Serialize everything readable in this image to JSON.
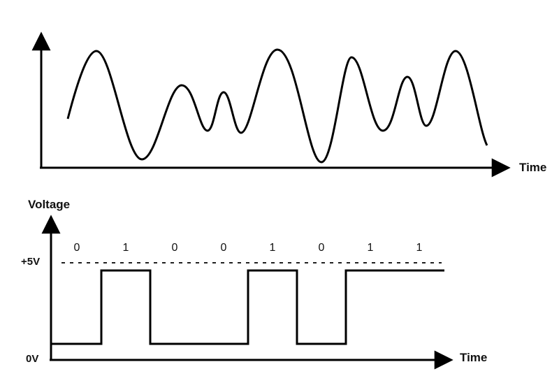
{
  "analog": {
    "x_axis_label": "Time"
  },
  "digital": {
    "y_axis_label": "Voltage",
    "x_axis_label": "Time",
    "high_level_label": "+5V",
    "low_level_label": "0V",
    "bits": [
      "0",
      "1",
      "0",
      "0",
      "1",
      "0",
      "1",
      "1"
    ]
  },
  "colors": {
    "line": "#000000"
  }
}
